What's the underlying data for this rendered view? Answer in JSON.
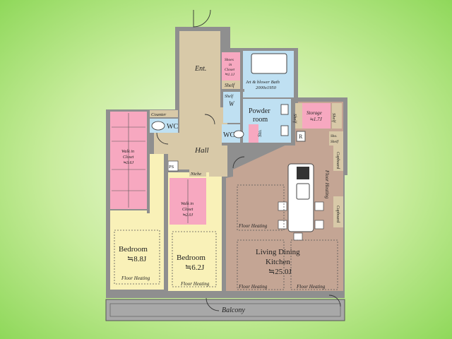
{
  "colors": {
    "wall": "#8f8f8f",
    "beige": "#d8c9a8",
    "wood": "#c4a594",
    "yellow": "#f9f1b8",
    "pink": "#f7a8c0",
    "blue": "#bfe0f2",
    "balcony": "#a8a8a8"
  },
  "rooms": {
    "ent": "Ent.",
    "hall": "Hall",
    "shoes_closet_1": "Shoes",
    "shoes_closet_2": "in",
    "shoes_closet_3": "Closet",
    "shoes_closet_4": "≒1.1J",
    "shelf_top": "Shelf",
    "bath_1": "Jet & blower Bath",
    "bath_2": "2000x1950",
    "shelf_w": "Shelf",
    "w": "W",
    "powder_1": "Powder",
    "powder_2": "room",
    "wc_left": "WC",
    "wc_mid": "WC",
    "sto": "Sto.",
    "r": "R",
    "counter": "Counter",
    "walkin_1_a": "Walk in",
    "walkin_1_b": "Closet",
    "walkin_1_c": "≒3.6J",
    "ps": "PS",
    "niche": "Niche",
    "walkin_2_a": "Walk in",
    "walkin_2_b": "Closet",
    "walkin_2_c": "≒2.0J",
    "storage_1": "Storage",
    "storage_2": "≒1.7J",
    "shelf_s1": "Shelf",
    "shelf_s2": "Shelf",
    "shoes_side": "Sho.",
    "shelf_side": "Shelf",
    "cupboard_1": "Cupboard",
    "cupboard_2": "Cupboard",
    "floor_heating_v": "Floor Heating",
    "floor_heating_ldk1": "Floor Heating",
    "floor_heating_ldk2": "Floor Heating",
    "floor_heating_ldk3": "Floor Heating",
    "bedroom1_a": "Bedroom",
    "bedroom1_b": "≒8.8J",
    "bedroom1_fh": "Floor Heating",
    "bedroom2_a": "Bedroom",
    "bedroom2_b": "≒6.2J",
    "bedroom2_fh": "Floor Heating",
    "ldk_a": "Living Dining",
    "ldk_b": "Kitchen",
    "ldk_c": "≒25.0J",
    "balcony": "Balcony"
  }
}
